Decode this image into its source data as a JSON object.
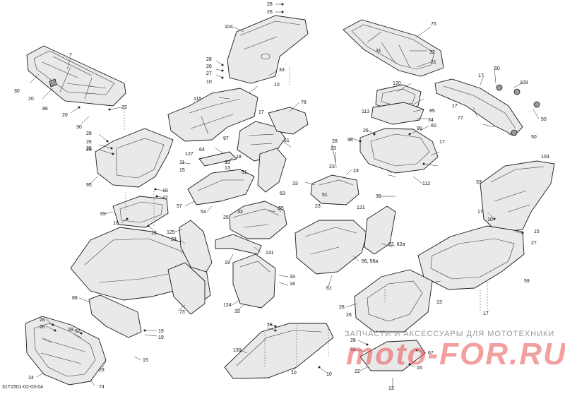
{
  "diagram": {
    "reference_code": "31T1501-02-03-04",
    "watermark_line1": "ЗАПЧАСТИ И АКСЕССУАРЫ ДЛЯ МОТОТЕХНИКИ",
    "watermark_line2": "moto-FOR.RU",
    "callouts": [
      "28",
      "26",
      "104",
      "75",
      "7",
      "28",
      "26",
      "27",
      "10",
      "33",
      "31",
      "32",
      "31",
      "30",
      "20",
      "86",
      "20",
      "30",
      "23",
      "115",
      "10",
      "17",
      "120",
      "50",
      "17",
      "109",
      "113",
      "85",
      "34",
      "17",
      "77",
      "50",
      "78",
      "99",
      "60",
      "28",
      "26",
      "97",
      "51",
      "98",
      "28",
      "23",
      "26",
      "17",
      "50",
      "28",
      "26",
      "95",
      "64",
      "127",
      "18",
      "13",
      "11",
      "15",
      "51",
      "33",
      "23",
      "23",
      "103",
      "33",
      "18",
      "22",
      "63",
      "33",
      "51",
      "23",
      "121",
      "112",
      "36",
      "65",
      "16",
      "13",
      "57",
      "54",
      "25",
      "33",
      "55",
      "17",
      "10",
      "15",
      "27",
      "125",
      "33",
      "19",
      "131",
      "62, 62a",
      "56, 56a",
      "61",
      "33",
      "18",
      "124",
      "33",
      "88",
      "73",
      "28",
      "26",
      "13",
      "59",
      "26",
      "22",
      "28",
      "26",
      "19",
      "19",
      "17",
      "18",
      "130",
      "28",
      "18",
      "67",
      "15",
      "24",
      "29",
      "74",
      "10",
      "10",
      "22",
      "13",
      "16"
    ]
  }
}
